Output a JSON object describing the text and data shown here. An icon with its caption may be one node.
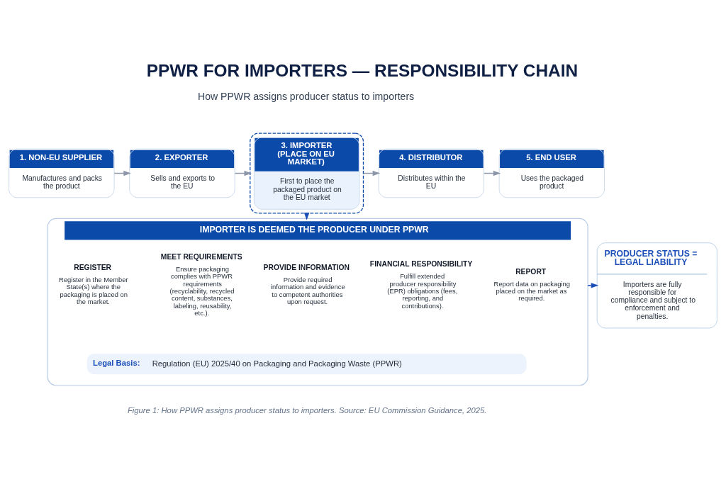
{
  "diagram": {
    "title": "PPWR FOR IMPORTERS — RESPONSIBILITY CHAIN",
    "caption": "Figure 1: How PPWR assigns producer status to importers. Source: EU Commission Guidance, 2025.",
    "nodes": [
      {
        "text": [
          "1. NON-EU SUPPLIER",
          "Manufactures and packs the product"
        ]
      },
      {
        "text": [
          "2. EXPORTER",
          "Sells and exports to the EU"
        ]
      },
      {
        "text": [
          "3. IMPORTER (PLACE ON EU MARKET)",
          "First to place the packaged product on the EU market"
        ]
      },
      {
        "text": [
          "4. DISTRIBUTOR",
          "Distributes within the EU"
        ]
      },
      {
        "text": [
          "5. END USER",
          "Uses the packaged product"
        ]
      },
      {
        "text": [
          "IMPORTER IS DEEMED THE PRODUCER UNDER PPWR"
        ]
      },
      {
        "text": [
          "REGISTER",
          "Register in the Member State(s) where the packaging is placed on the market."
        ],
        "in": 5
      },
      {
        "text": [
          "MEET REQUIREMENTS",
          "Ensure packaging complies with PPWR requirements (recyclability, recycled content, substances, labeling, reusability, etc.)."
        ],
        "in": 5
      },
      {
        "text": [
          "PROVIDE INFORMATION",
          "Provide required information and evidence to competent authorities upon request."
        ],
        "in": 5
      },
      {
        "text": [
          "FINANCIAL RESPONSIBILITY",
          "Fulfill extended producer responsibility (EPR) obligations (fees, reporting, and contributions)."
        ],
        "in": 5
      },
      {
        "text": [
          "REPORT",
          "Report data on packaging placed on the market as required."
        ],
        "in": 5
      },
      {
        "text": [
          "Legal Basis:",
          "Regulation (EU) 2025/40 on Packaging and Packaging Waste (PPWR)"
        ],
        "in": 5
      },
      {
        "text": [
          "PRODUCER STATUS = LEGAL LIABILITY",
          "Importers are fully responsible for compliance and subject to enforcement and penalties."
        ]
      }
    ],
    "edges": [
      {
        "from": 0,
        "to": 1,
        "arrow": "to"
      },
      {
        "from": 1,
        "to": 2,
        "arrow": "to"
      },
      {
        "from": 2,
        "to": 3,
        "arrow": "to"
      },
      {
        "from": 3,
        "to": 4,
        "arrow": "to"
      },
      {
        "from": 2,
        "to": 5,
        "arrow": "to",
        "style": "dashed",
        "color": "#1d4fb8"
      },
      {
        "from": 5,
        "to": 12,
        "arrow": "to",
        "style": "dashed",
        "color": "#1d4fb8"
      }
    ],
    "labels": [
      "How PPWR assigns producer status to importers"
    ]
  }
}
